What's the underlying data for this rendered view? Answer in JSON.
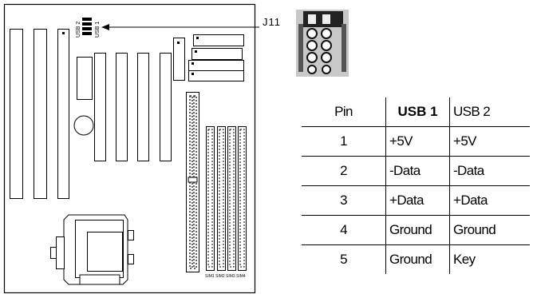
{
  "header_label": "J11",
  "connector_labels": [
    "USB 2",
    "USB 1"
  ],
  "slot_labels": [
    "SIM1",
    "SIM2",
    "SIM3",
    "SIM4"
  ],
  "table": {
    "headers": [
      "Pin",
      "USB 1",
      "USB 2"
    ],
    "rows": [
      [
        "1",
        "+5V",
        "+5V"
      ],
      [
        "2",
        "-Data",
        "-Data"
      ],
      [
        "3",
        "+Data",
        "+Data"
      ],
      [
        "4",
        "Ground",
        "Ground"
      ],
      [
        "5",
        "Ground",
        "Key"
      ]
    ]
  }
}
